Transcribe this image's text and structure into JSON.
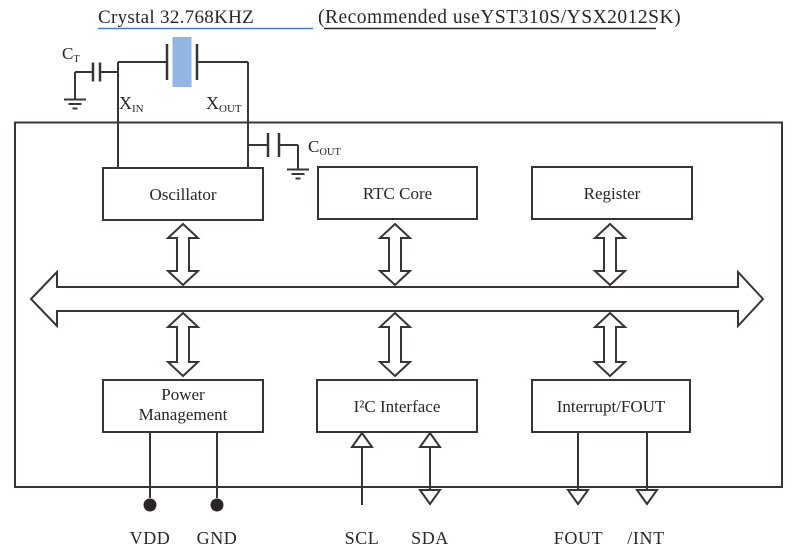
{
  "header": {
    "crystal_link": "Crystal 32.768KHZ",
    "recommendation": "(Recommended useYST310S/YSX2012SK)"
  },
  "colors": {
    "link_blue": "#4b7cc4",
    "crystal_fill": "#92b5e1",
    "line_color": "#3a3436",
    "text_color": "#2a2526"
  },
  "crystal_circuit": {
    "ct": {
      "main": "C",
      "sub": "T"
    },
    "cout": {
      "main": "C",
      "sub": "OUT"
    },
    "xin": {
      "main": "X",
      "sub": "IN"
    },
    "xout": {
      "main": "X",
      "sub": "OUT"
    }
  },
  "blocks": {
    "oscillator": {
      "label": "Oscillator"
    },
    "rtc_core": {
      "label": "RTC Core"
    },
    "register": {
      "label": "Register"
    },
    "power_management": {
      "line1": "Power",
      "line2": "Management"
    },
    "i2c_interface": {
      "label": "I²C Interface"
    },
    "interrupt_fout": {
      "label": "Interrupt/FOUT"
    }
  },
  "pins": {
    "vdd": {
      "label": "VDD"
    },
    "gnd": {
      "label": "GND"
    },
    "scl": {
      "label": "SCL"
    },
    "sda": {
      "label": "SDA"
    },
    "fout": {
      "label": "FOUT"
    },
    "int": {
      "label": "/INT"
    }
  }
}
